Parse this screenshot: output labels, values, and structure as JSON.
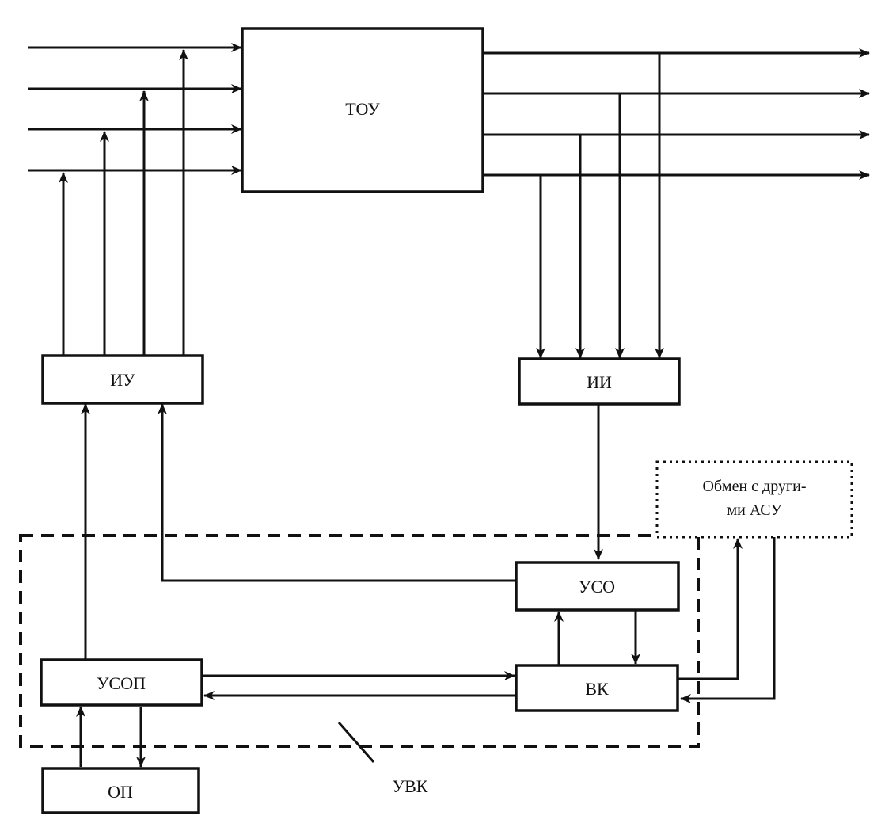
{
  "blocks": {
    "tou": "ТОУ",
    "iu": "ИУ",
    "ii": "ИИ",
    "uso": "УСО",
    "vk": "ВК",
    "usop": "УСОП",
    "op": "ОП",
    "exchange_line1": "Обмен с други-",
    "exchange_line2": "ми АСУ"
  },
  "uvk_label": "УВК"
}
